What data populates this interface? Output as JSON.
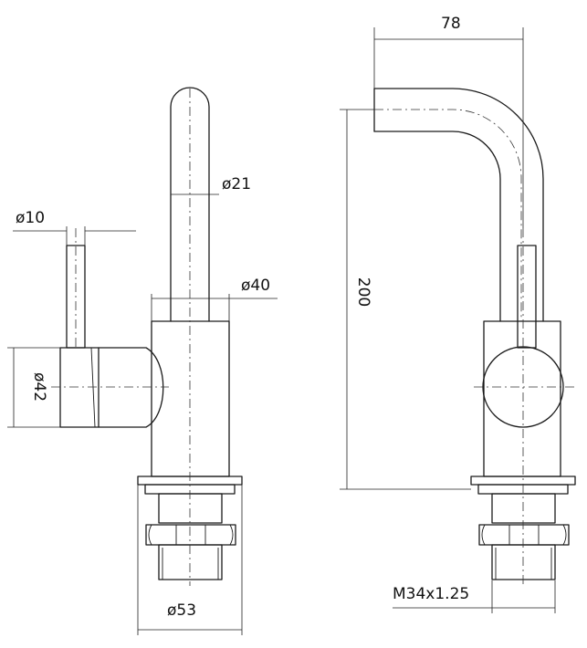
{
  "dimensions": {
    "spout_diameter": "ø21",
    "lever_diameter": "ø10",
    "body_diameter": "ø40",
    "handle_diameter": "ø42",
    "base_diameter": "ø53",
    "height": "200",
    "reach": "78",
    "thread": "M34x1.25"
  }
}
